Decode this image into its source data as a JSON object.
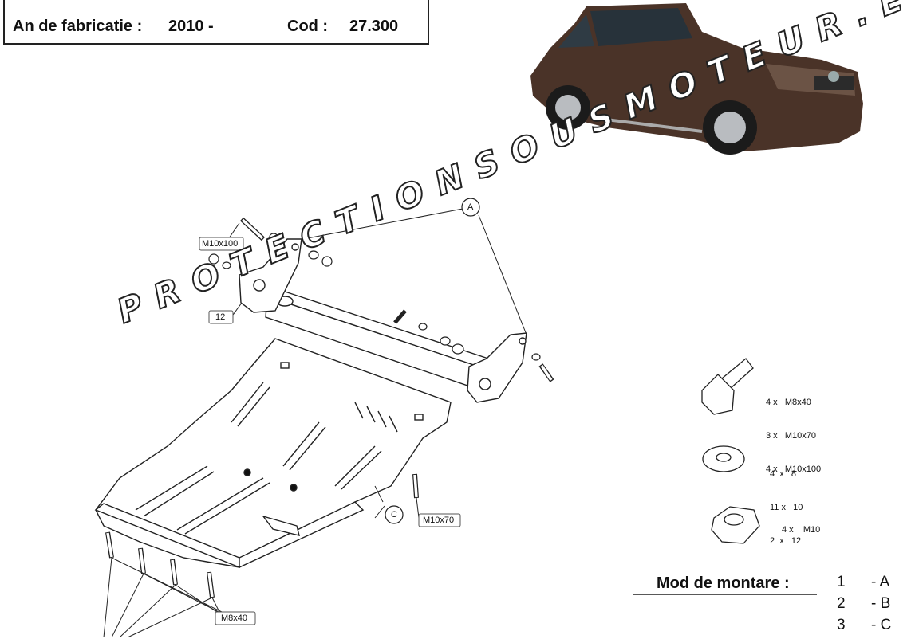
{
  "header": {
    "year_label": "An de fabricatie :",
    "year_value": "2010 -",
    "code_label": "Cod :",
    "code_value": "27.300"
  },
  "callouts": {
    "A": "A",
    "C": "C",
    "bolt_top": "M10x100",
    "bracket": "12",
    "bolt_right": "M10x70",
    "bolt_bottom": "M8x40"
  },
  "hardware": {
    "bolts": [
      "4 x   M8x40",
      "3 x   M10x70",
      "4 x   M10x100"
    ],
    "washers": [
      "4  x   8",
      "11 x   10",
      "2  x   12"
    ],
    "nuts": "4 x    M10"
  },
  "mounting": {
    "title": "Mod de montare :",
    "rows": [
      {
        "num": "1",
        "value": "- A"
      },
      {
        "num": "2",
        "value": "- B"
      },
      {
        "num": "3",
        "value": "- C"
      }
    ]
  },
  "watermark": "PROTECTIONSOUSMOTEUR.EU"
}
